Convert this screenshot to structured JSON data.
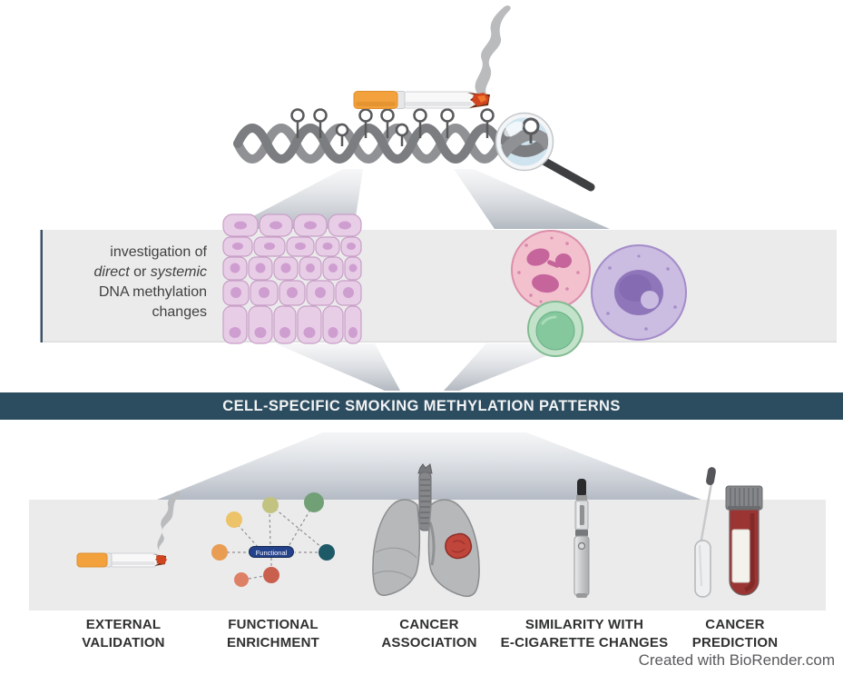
{
  "banner": {
    "label": "CELL-SPECIFIC SMOKING METHYLATION PATTERNS"
  },
  "middle_band": {
    "line1": "investigation of",
    "line2_italic1": "direct",
    "line2_mid": " or ",
    "line2_italic2": "systemic",
    "line3": "DNA methylation",
    "line4": "changes",
    "icons": [
      "epithelial-cells-icon",
      "neutrophil-icon",
      "monocyte-icon",
      "lymphocyte-icon"
    ]
  },
  "top_icons": [
    "cigarette-icon",
    "smoke-icon",
    "dna-helix-icon",
    "methylation-lollipop-icon",
    "magnifying-glass-icon"
  ],
  "network": {
    "center_label": "Functional",
    "pill_color": "#24418c",
    "node_colors": [
      "#ecc369",
      "#c2c380",
      "#71a077",
      "#e89d52",
      "#1e5968",
      "#c95f4d",
      "#dd8066"
    ]
  },
  "bottom": {
    "items": [
      {
        "icon": "cigarette-icon",
        "lines": [
          "EXTERNAL",
          "VALIDATION"
        ]
      },
      {
        "icon": "network-graph-icon",
        "lines": [
          "FUNCTIONAL",
          "ENRICHMENT"
        ]
      },
      {
        "icon": "lungs-tumor-icon",
        "lines": [
          "CANCER",
          "ASSOCIATION"
        ]
      },
      {
        "icon": "e-cigarette-icon",
        "lines": [
          "SIMILARITY WITH",
          "E-CIGARETTE CHANGES"
        ]
      },
      {
        "icon": "swab-blood-tube-icon",
        "lines": [
          "CANCER",
          "PREDICTION"
        ]
      }
    ]
  },
  "credit": {
    "text": "Created with BioRender.com"
  },
  "colors": {
    "banner_bg": "#2c4d60",
    "banner_text": "#f2f3f4",
    "band_bg": "#ebebec",
    "band_left_border": "#3d5266",
    "funnel_top": "#f0f1f3",
    "funnel_bottom": "#b3b9c1",
    "dna_gray": "#7b7d80",
    "dna_gray_light": "#8f9194",
    "methyl_outline": "#58595b",
    "cigarette_orange": "#f2a13c",
    "ember_red": "#d0451f",
    "smoke_gray": "#b9bbbd",
    "lens_blue": "#cfe4ef",
    "handle_dark": "#3e3f41",
    "epithelium_pink": "#e8cde7",
    "epithelium_nucleus": "#cf9ed0",
    "neutrophil_pink": "#f3c0cd",
    "neutrophil_nucleus": "#c5659c",
    "monocyte_purple": "#cbbce1",
    "monocyte_nucleus": "#8f76ba",
    "lymphocyte_green": "#c2e3ca",
    "lymphocyte_nucleus": "#85c89d",
    "lung_gray": "#b6b8ba",
    "tumor_red": "#c0453a",
    "blood_red": "#9a3533",
    "label_text": "#2f3030",
    "credit_text": "#595a5c"
  }
}
